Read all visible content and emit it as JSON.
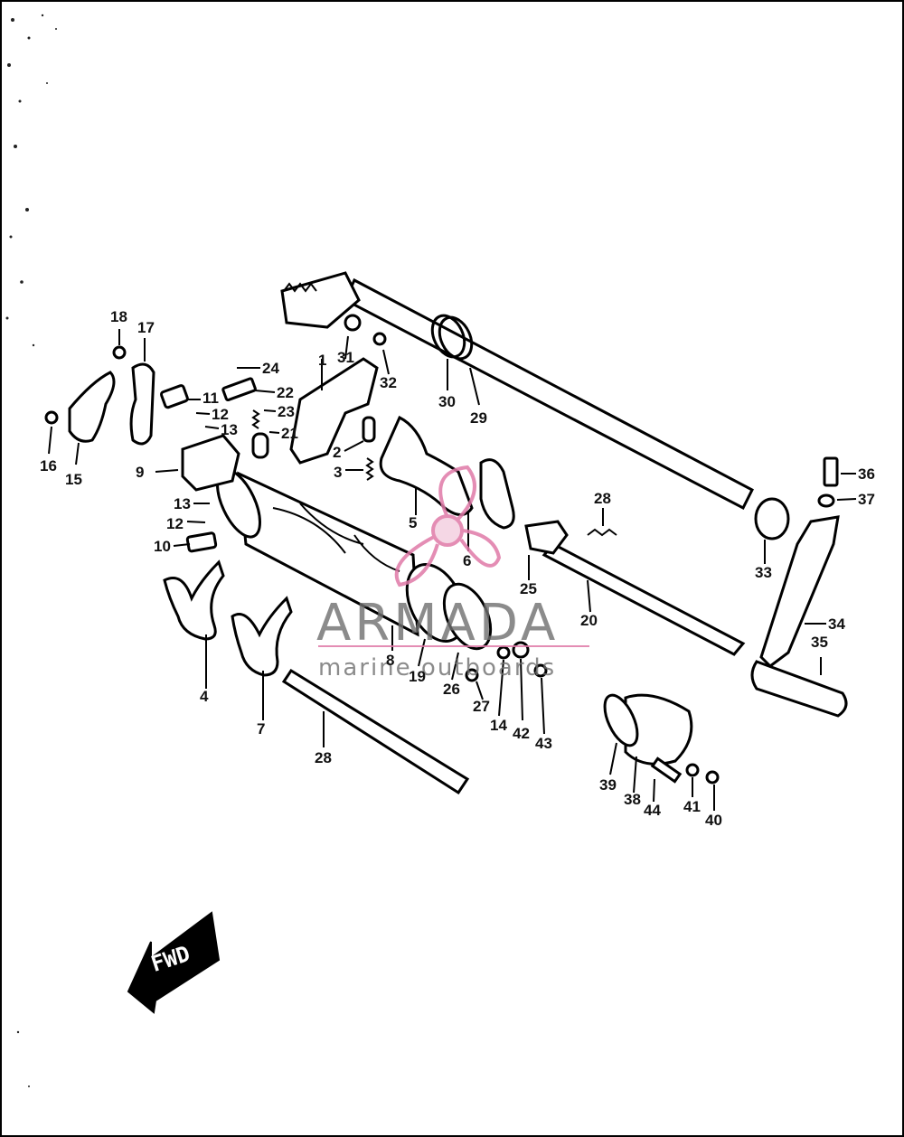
{
  "watermark": {
    "brand": "ARMADA",
    "tagline": "marine outboards",
    "accent_color": "#e07aa8"
  },
  "direction_arrow": {
    "label": "FWD"
  },
  "callouts": [
    "18",
    "17",
    "16",
    "15",
    "11",
    "12",
    "13",
    "9",
    "13",
    "12",
    "10",
    "24",
    "22",
    "23",
    "21",
    "1",
    "31",
    "32",
    "30",
    "29",
    "2",
    "3",
    "5",
    "6",
    "4",
    "7",
    "8",
    "19",
    "26",
    "27",
    "14",
    "42",
    "43",
    "28",
    "20",
    "25",
    "28",
    "33",
    "36",
    "37",
    "34",
    "35",
    "39",
    "38",
    "44",
    "41",
    "40"
  ]
}
